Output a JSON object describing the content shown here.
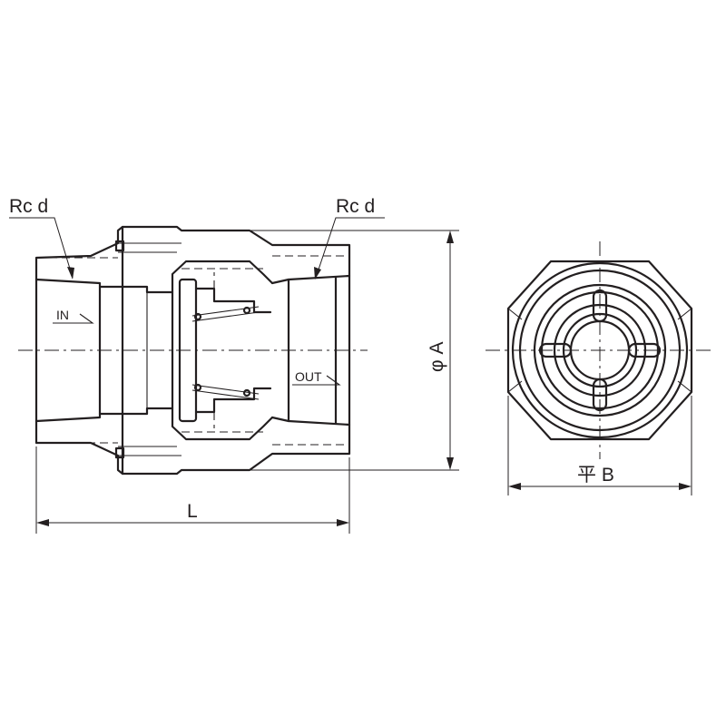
{
  "labels": {
    "thread_left": "Rc d",
    "thread_right": "Rc d",
    "flow_in": "IN",
    "flow_out": "OUT",
    "length": "L",
    "diameter": "φ A",
    "across_flats": "平 B"
  },
  "icons": {
    "flow_in_arrow": "half-arrow-right",
    "flow_out_arrow": "half-arrow-right"
  },
  "colors": {
    "line": "#231f20",
    "background": "#ffffff"
  }
}
